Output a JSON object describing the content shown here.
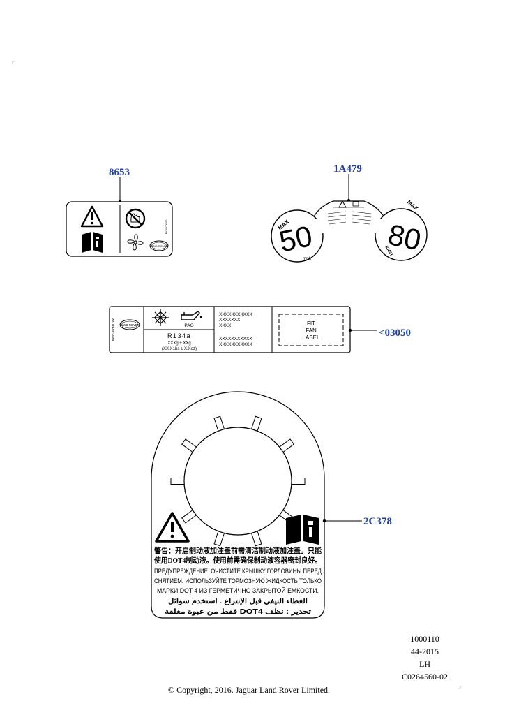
{
  "callouts": {
    "label_8653": "8653",
    "label_1A479": "1A479",
    "label_03050": "<03050",
    "label_2C378": "2C378"
  },
  "label_8653": {
    "vertical_code": "FK0000000",
    "logo_text": "LAND ROVER"
  },
  "label_1A479": {
    "left_max": "MAX",
    "left_speed": "50",
    "left_unit": "mph",
    "right_max": "MAX",
    "right_speed": "80",
    "right_unit": "KM/H"
  },
  "label_03050": {
    "vertical_code": "FK32-20T41-XX",
    "logo_text": "LAND ROVER",
    "oil_label": "PAG",
    "refrigerant": "R134a",
    "charge_metric": "XXXg ± XXg",
    "charge_imperial": "(XX.X1bs ± X.Xoz)",
    "codes_top": [
      "XXXXXXXXXXX",
      "XXXXXXX",
      "XXXX"
    ],
    "codes_bottom": [
      "XXXXXXXXXXX",
      "XXXXXXXXXXX"
    ],
    "fit_fan": [
      "FIT",
      "FAN",
      "LABEL"
    ]
  },
  "label_2C378": {
    "warning_lines": [
      "警告：开启制动液加注盖前需清洁制动液加注盖。只能",
      "使用DOT4制动液。使用前需确保制动液容器密封良好。",
      "ПРЕДУПРЕЖДЕНИЕ: ОЧИСТИТЕ КРЫШКУ ГОРЛОВИНЫ ПЕРЕД",
      "СНЯТИЕМ. ИСПОЛЬЗУЙТЕ ТОРМОЗНУЮ ЖИДКОСТЬ ТОЛЬКО",
      "МАРКИ DOT 4 ИЗ ГЕРМЕТИЧНО ЗАКРЫТОЙ ЕМКОСТИ.",
      "الغطاء النيفي قبل الإنتزاع . استخدم سوائل",
      "فقط من عبوة مغلقة DOT4 تحذير : نظف"
    ]
  },
  "footer": {
    "codes": [
      "1000110",
      "44-2015",
      "LH",
      "C0264560-02"
    ],
    "copyright": "© Copyright, 2016. Jaguar Land Rover Limited."
  },
  "colors": {
    "callout": "#1f3fb4",
    "line": "#000000"
  }
}
